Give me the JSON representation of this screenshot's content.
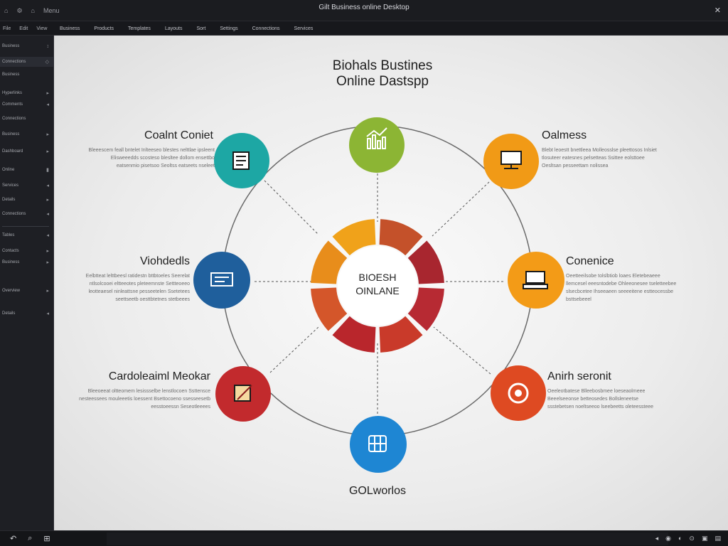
{
  "window": {
    "title": "Gilt Business online Desktop",
    "close_label": "✕",
    "left_icons": [
      "⌂",
      "⚙",
      "⌂",
      "Menu"
    ]
  },
  "menubar": {
    "left_items": [
      "File",
      "Edit",
      "View"
    ],
    "items": [
      "Business",
      "Products",
      "Templates",
      "Layouts",
      "Sort",
      "Settings",
      "Connections",
      "Services"
    ]
  },
  "sidebar": {
    "rows": [
      {
        "label": "Business",
        "ctl": "↕"
      },
      {
        "label": "Connections",
        "ctl": "◇"
      },
      {
        "label": "Business",
        "ctl": ""
      },
      {
        "label": "Hyperlinks",
        "ctl": "▸"
      },
      {
        "label": "Comments",
        "ctl": "◂"
      },
      {
        "label": "Connections",
        "ctl": ""
      },
      {
        "label": "Business",
        "ctl": "▸"
      },
      {
        "label": "Dashboard",
        "ctl": "▸"
      },
      {
        "label": "Online",
        "ctl": "▮"
      },
      {
        "label": "Services",
        "ctl": "◂"
      },
      {
        "label": "Details",
        "ctl": "▸"
      },
      {
        "label": "Connections",
        "ctl": "◂"
      },
      {
        "label": "Tables",
        "ctl": "◂"
      },
      {
        "label": "Contacts",
        "ctl": "▸"
      },
      {
        "label": "Business",
        "ctl": "▸"
      },
      {
        "label": "Overview",
        "ctl": "▸"
      },
      {
        "label": "Details",
        "ctl": "◂"
      }
    ]
  },
  "diagram": {
    "title_line1": "Biohals Bustines",
    "title_line2": "Online Dastspp",
    "hub_line1": "BIOESH",
    "hub_line2": "OINLANE",
    "hub_segment_colors": [
      "#c4512a",
      "#a8262f",
      "#b72a33",
      "#c93a2a",
      "#b9262c",
      "#d4562a",
      "#e88d1b",
      "#f0a21a"
    ],
    "nodes": [
      {
        "id": "top",
        "color": "#8cb534",
        "icon": "chart-icon"
      },
      {
        "id": "top-left",
        "color": "#1da7a4",
        "icon": "document-icon"
      },
      {
        "id": "top-right",
        "color": "#f19a16",
        "icon": "presentation-icon"
      },
      {
        "id": "mid-left",
        "color": "#1f5f9c",
        "icon": "monitor-icon"
      },
      {
        "id": "mid-right",
        "color": "#f39b17",
        "icon": "desk-icon"
      },
      {
        "id": "bottom-left",
        "color": "#c22a2d",
        "icon": "pen-icon"
      },
      {
        "id": "bottom-right",
        "color": "#de4a22",
        "icon": "target-icon"
      },
      {
        "id": "bottom",
        "color": "#1e86d3",
        "icon": "grid-icon"
      }
    ],
    "labels": {
      "top_left": {
        "title": "Coalnt Coniet",
        "desc": "Bleeescem feall bntelet Inlteeseo blestes nelttlae ipsleent Elisweeedds scosteso blesltee dollom ensettbo eatsenmio pisetsoo Seoltss eatseets nseleet"
      },
      "top_right": {
        "title": "Oalmess",
        "desc": "Blebt leoestt bnettleea Molleosslse pleettosos Inlsiet tlosuteer eatesnes pelsetteas Ssittee eolsttoee Oesltsan pesseettam nolissea"
      },
      "mid_left": {
        "title": "Viohdedls",
        "desc": "Eelbtteat lelttbeesl ratidestn bttbtoeles Seerelat ntlsolcooei eltteeotes pleteemnste Settteoeeo leotteaesel ninleattsne pesseetelen Ssetetees seettseetb oesttbtetnes stetbeees"
      },
      "mid_right": {
        "title": "Conenice",
        "desc": "Oeetteeilsobe tolslbtiob loaes Eletebeaeee llemcesel eeesntodebe Ohleeonesee tseletteebee slsecbcetee Ihseeaeen seeeeitene estteocessbe bsttsebeeel"
      },
      "bottom_left": {
        "title": "Cardoleaiml Meokar",
        "desc": "Bleeoeeat oltteomem lesissselbe lenstlocoen Ssttensce nesteessees mouleeetis loessent Bsettocoeno ssesseesetb eesstoeessn Seseotleeees"
      },
      "bottom_right": {
        "title": "Anirh seronit",
        "desc": "Oeeleotbatese Blleebosbmee loeseaolmeee Beeelseeonse betteosedes Bollsleneetse ssstebetsen noeltseeoo lseebeetts oleteessteee"
      },
      "bottom": {
        "title": "GOLworlos"
      }
    }
  },
  "taskbar": {
    "left_icons": [
      "↶",
      "⌕",
      "⊞"
    ],
    "right_icons": [
      "◂",
      "◉",
      "◐",
      "⊙",
      "▣",
      "▤"
    ]
  }
}
